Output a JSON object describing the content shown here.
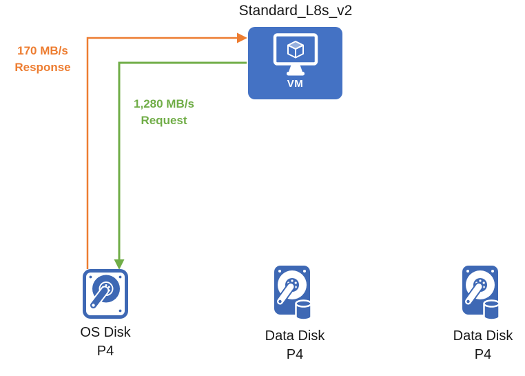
{
  "diagram": {
    "vm": {
      "name": "Standard_L8s_v2",
      "icon_label": "VM"
    },
    "flows": {
      "response": {
        "rate": "170 MB/s",
        "label": "Response",
        "color": "#ED7D31"
      },
      "request": {
        "rate": "1,280 MB/s",
        "label": "Request",
        "color": "#70AD47"
      }
    },
    "disks": [
      {
        "name": "OS Disk",
        "tier": "P4"
      },
      {
        "name": "Data Disk",
        "tier": "P4"
      },
      {
        "name": "Data Disk",
        "tier": "P4"
      }
    ],
    "colors": {
      "vm_blue": "#4472C4",
      "disk_blue": "#3E68B4",
      "orange": "#ED7D31",
      "green": "#70AD47"
    }
  }
}
